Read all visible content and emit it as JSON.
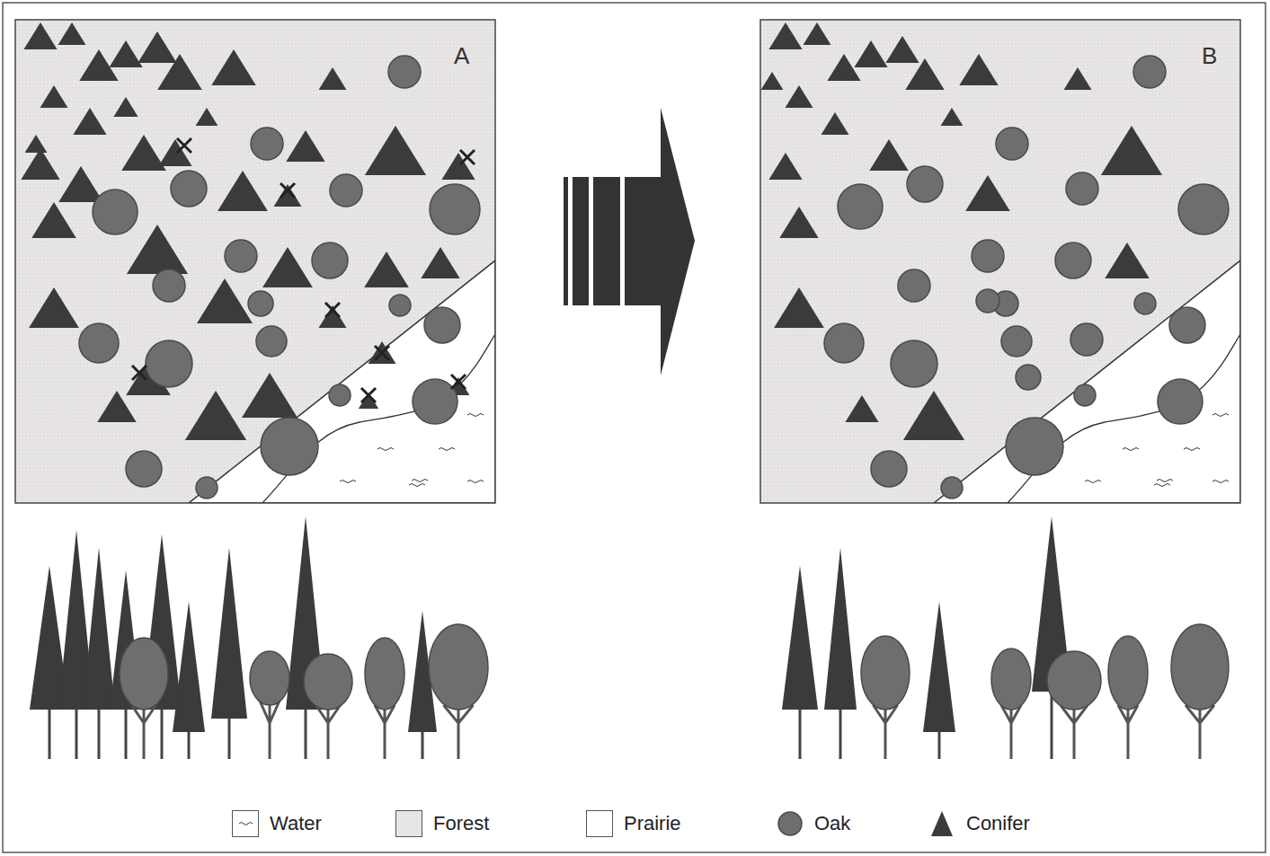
{
  "diagram": {
    "labels": [
      "A",
      "B"
    ],
    "legend": [
      {
        "text": "Water"
      },
      {
        "text": "Forest",
        "color": "#e8e5e5"
      },
      {
        "text": "Prairie",
        "color": "#ffffff"
      },
      {
        "text": "Oak"
      },
      {
        "text": "Conifer"
      }
    ]
  }
}
